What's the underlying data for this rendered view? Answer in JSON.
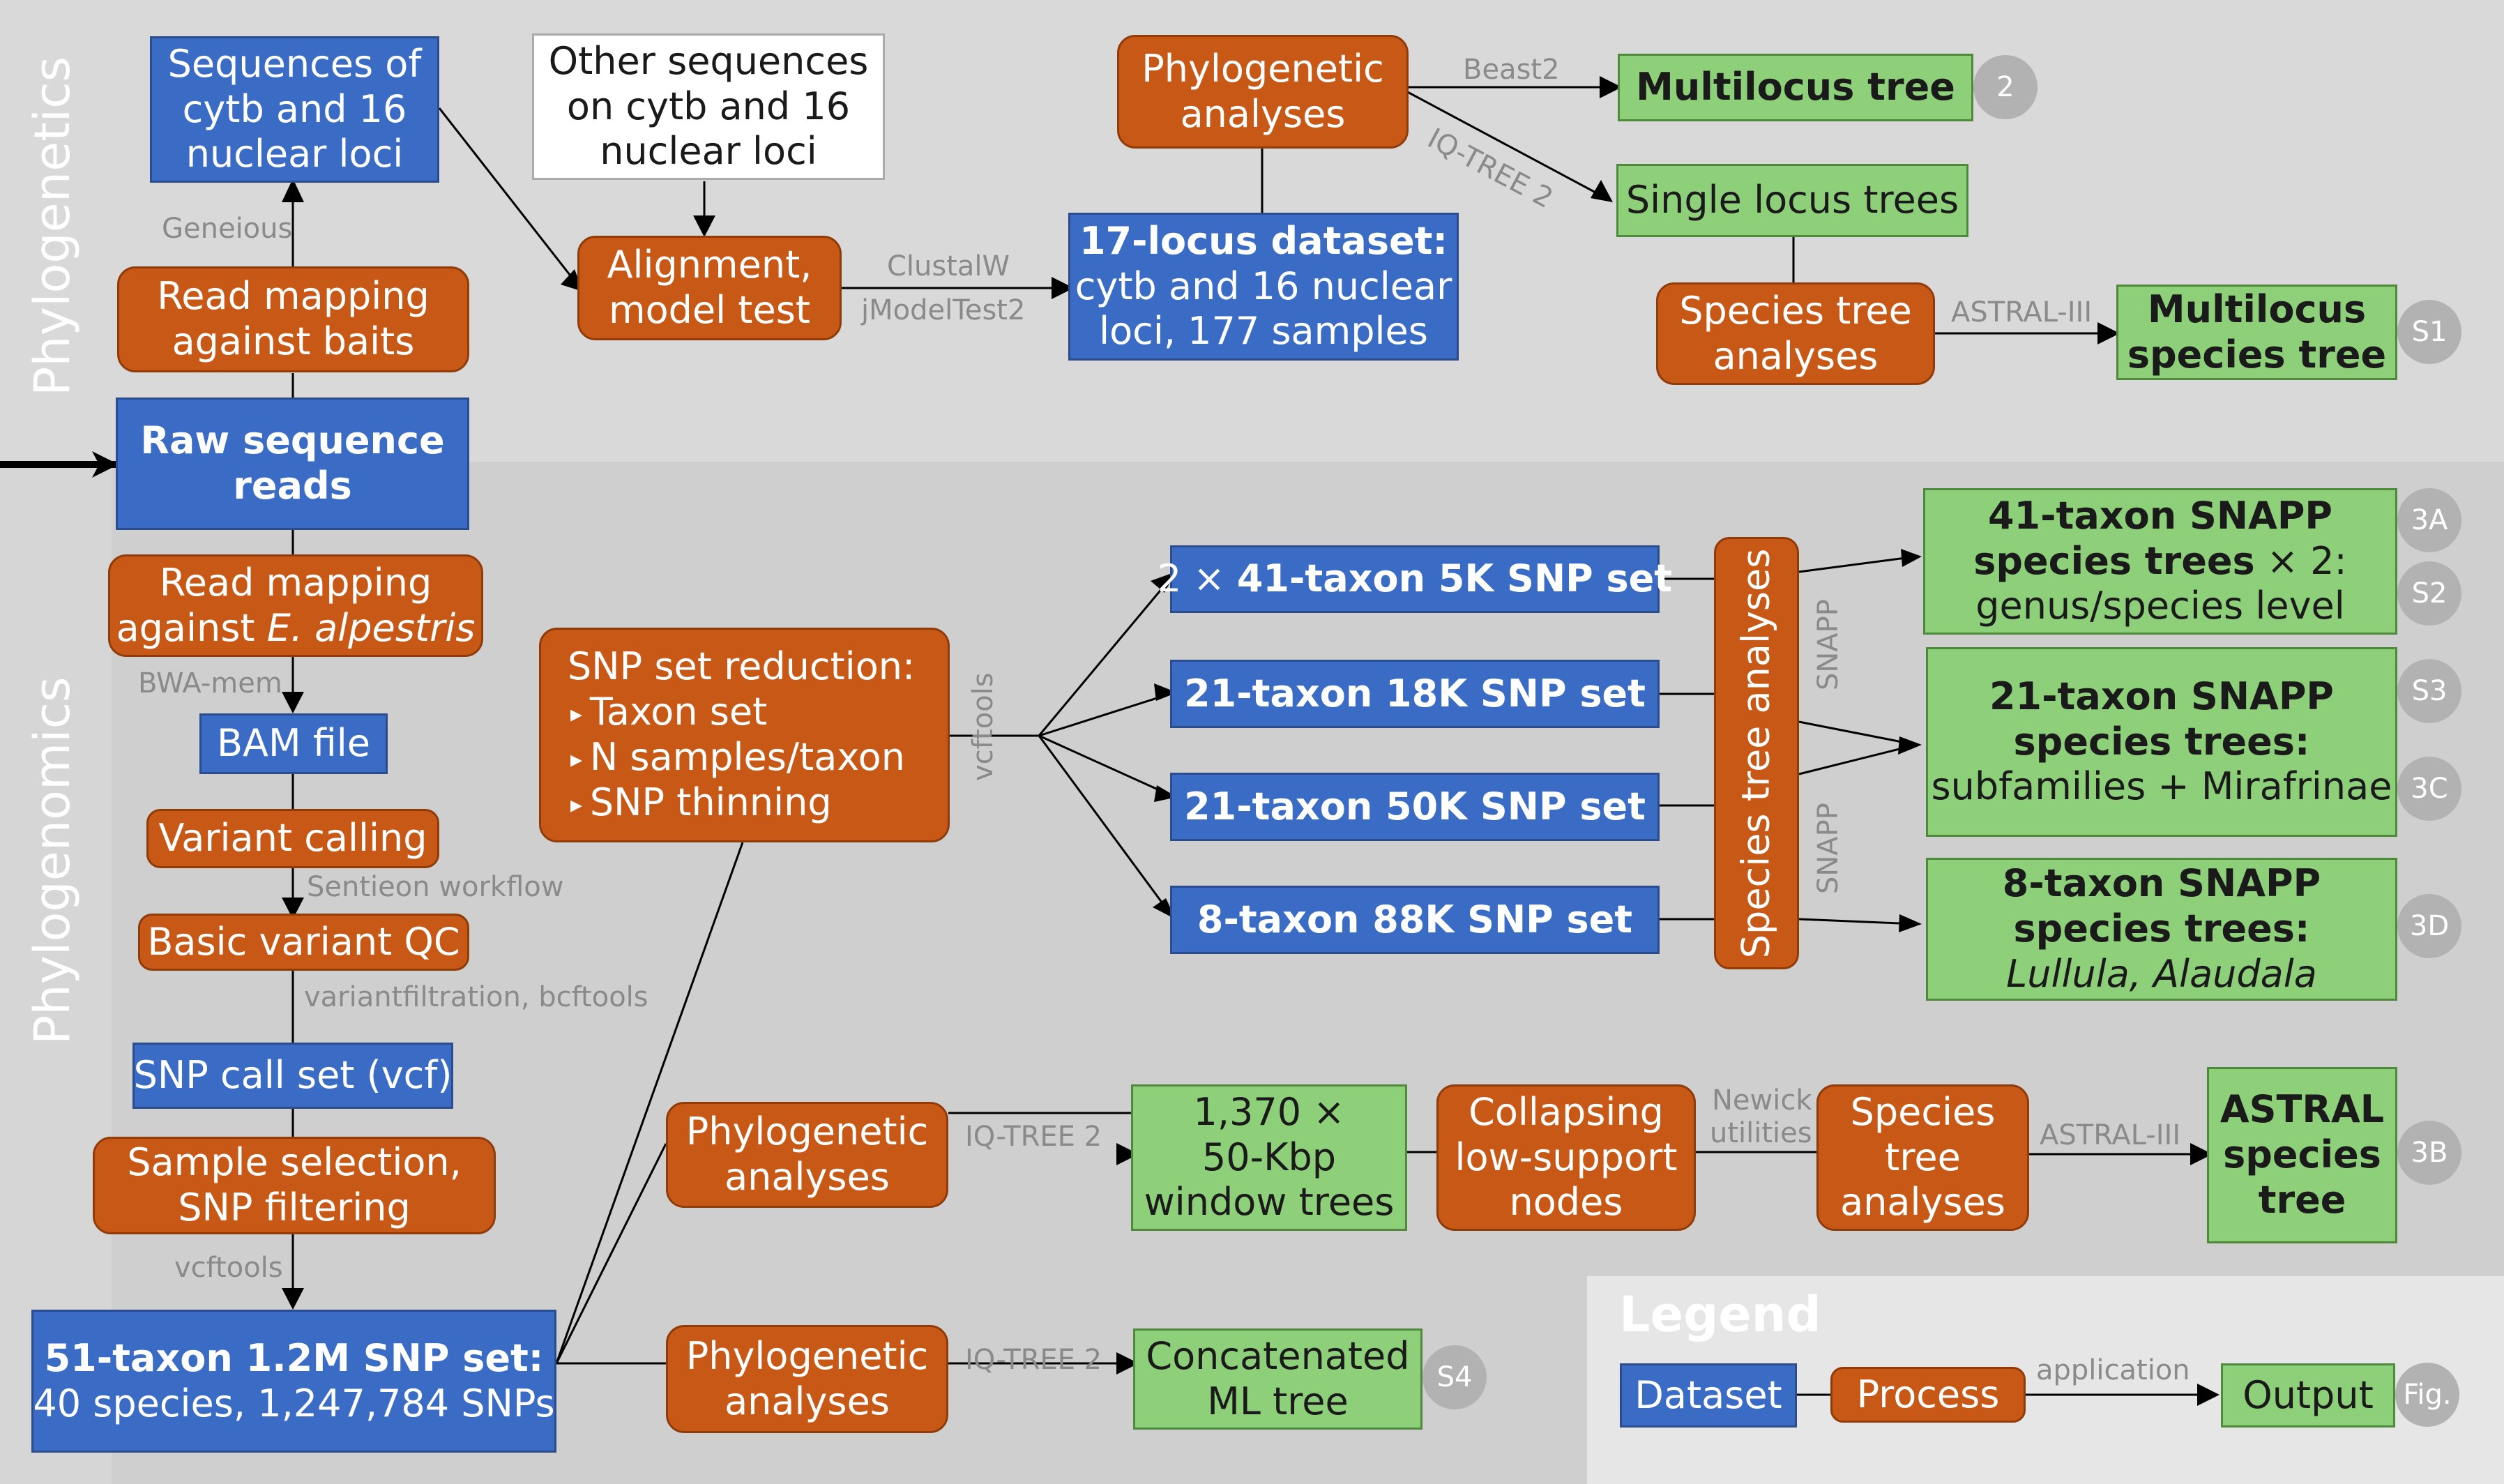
{
  "sections": {
    "phylogenetics": "Phylogenetics",
    "phylogenomics": "Phylogenomics"
  },
  "nodes": {
    "sequences_cytb": [
      "Sequences of",
      "cytb and 16",
      "nuclear loci"
    ],
    "other_sequences": [
      "Other sequences",
      "on cytb and 16",
      "nuclear loci"
    ],
    "read_mapping_baits": [
      "Read mapping",
      "against baits"
    ],
    "raw_reads": [
      "Raw sequence",
      "reads"
    ],
    "alignment": [
      "Alignment,",
      "model test"
    ],
    "locus_dataset_title": "17-locus dataset:",
    "locus_dataset_rest": [
      "cytb and 16 nuclear",
      "loci, 177 samples"
    ],
    "phylo_analyses_top": [
      "Phylogenetic",
      "analyses"
    ],
    "multilocus_tree": "Multilocus tree",
    "single_locus_trees": "Single locus trees",
    "species_tree_analyses_top": [
      "Species tree",
      "analyses"
    ],
    "multilocus_species_tree": [
      "Multilocus",
      "species tree"
    ],
    "read_mapping_alpestris_1": "Read mapping",
    "read_mapping_alpestris_2a": "against ",
    "read_mapping_alpestris_2b": "E. alpestris",
    "bam_file": "BAM file",
    "variant_calling": "Variant calling",
    "basic_qc": "Basic variant QC",
    "snp_call_set": "SNP call set (vcf)",
    "sample_selection": [
      "Sample selection,",
      "SNP filtering"
    ],
    "taxon51_title": "51-taxon 1.2M SNP set:",
    "taxon51_rest": "40 species, 1,247,784 SNPs",
    "snp_reduction_title": "SNP set reduction:",
    "snp_reduction_items": [
      "Taxon set",
      "N samples/taxon",
      "SNP thinning"
    ],
    "snp41_prefix": "2 × ",
    "snp41": "41-taxon 5K SNP set",
    "snp21_18k": "21-taxon 18K SNP set",
    "snp21_50k": "21-taxon 50K SNP set",
    "snp8_88k": "8-taxon 88K SNP set",
    "species_tree_analyses_vertical": "Species tree analyses",
    "snapp41_line1": "41-taxon SNAPP",
    "snapp41_line2a": "species trees",
    "snapp41_line2b": " × 2:",
    "snapp41_line3": "genus/species level",
    "snapp21": [
      "21-taxon SNAPP",
      "species trees:",
      "subfamilies + Mirafrinae"
    ],
    "snapp8_1": "8-taxon SNAPP",
    "snapp8_2": "species trees:",
    "snapp8_3": "Lullula, Alaudala",
    "phylo_analyses_mid": [
      "Phylogenetic",
      "analyses"
    ],
    "window_trees": [
      "1,370 ×",
      "50-Kbp",
      "window trees"
    ],
    "collapsing": [
      "Collapsing",
      "low-support",
      "nodes"
    ],
    "species_tree_analyses_mid": [
      "Species",
      "tree",
      "analyses"
    ],
    "astral_species_tree": [
      "ASTRAL",
      "species",
      "tree"
    ],
    "phylo_analyses_bot": [
      "Phylogenetic",
      "analyses"
    ],
    "concatenated_ml": [
      "Concatenated",
      "ML tree"
    ]
  },
  "edge_labels": {
    "geneious": "Geneious",
    "clustalw": "ClustalW",
    "jmodeltest2": "jModelTest2",
    "beast2": "Beast2",
    "iqtree2_top": "IQ-TREE 2",
    "astral_top": "ASTRAL-III",
    "bwa_mem": "BWA-mem",
    "sentieon": "Sentieon workflow",
    "variantfiltration": "variantfiltration, bcftools",
    "vcftools_left": "vcftools",
    "vcftools_reduction": "vcftools",
    "snapp_upper": "SNAPP",
    "snapp_lower": "SNAPP",
    "iqtree2_mid": "IQ-TREE 2",
    "newick": [
      "Newick",
      "utilities"
    ],
    "astral_mid": "ASTRAL-III",
    "iqtree2_bot": "IQ-TREE 2"
  },
  "figure_refs": {
    "multilocus_tree": "2",
    "multilocus_species_tree": "S1",
    "snapp41_a": "3A",
    "snapp41_b": "S2",
    "snapp21_a": "S3",
    "snapp21_b": "3C",
    "snapp8": "3D",
    "astral": "3B",
    "concatenated": "S4"
  },
  "legend": {
    "title": "Legend",
    "dataset": "Dataset",
    "process": "Process",
    "application": "application",
    "output": "Output",
    "fig": "Fig."
  },
  "colors": {
    "dataset": "#3a6cc5",
    "process": "#c85815",
    "output": "#8ed07a",
    "panel_top": "#d9d9d9",
    "panel_bottom": "#cfcfcf",
    "legend_bg": "#e6e6e6",
    "label_gray": "#8a8a8a",
    "figure_circle": "#b2b2b2"
  }
}
